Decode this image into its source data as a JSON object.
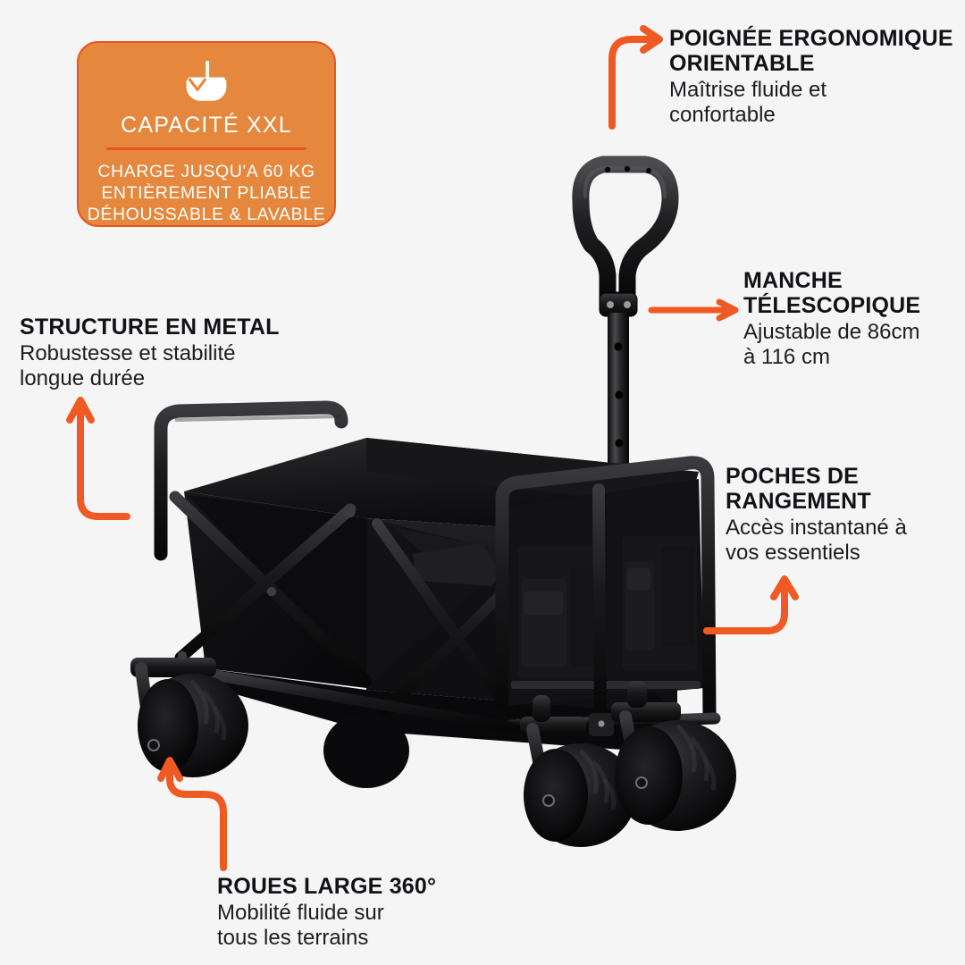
{
  "page": {
    "background_color": "#f5f5f5",
    "accent_color": "#ef5a24",
    "badge_fill_color": "#e5873c",
    "badge_border_color": "#e7561f",
    "text_color": "#111216",
    "product_color": "#111111"
  },
  "capacity_badge": {
    "icon": "wagon-cart-icon",
    "title": "CAPACITÉ XXL",
    "lines": "CHARGE JUSQU'A 60 KG\nENTIÈREMENT PLIABLE\nDÉHOUSSABLE & LAVABLE"
  },
  "callouts": [
    {
      "id": "handle",
      "title": "POIGNÉE ERGONOMIQUE\nORIENTABLE",
      "subtitle": "Maîtrise fluide et\nconfortable",
      "arrow": "arrow-curve-right-up"
    },
    {
      "id": "telescopic",
      "title": "MANCHE\nTÉLESCOPIQUE",
      "subtitle": "Ajustable de 86cm\nà 116 cm",
      "arrow": "arrow-straight-right"
    },
    {
      "id": "pockets",
      "title": "POCHES DE\nRANGEMENT",
      "subtitle": "Accès instantané à\nvos essentiels",
      "arrow": "arrow-curve-right-up"
    },
    {
      "id": "structure",
      "title": "STRUCTURE EN METAL",
      "subtitle": "Robustesse et stabilité\nlongue durée",
      "arrow": "arrow-curve-left-up"
    },
    {
      "id": "wheels",
      "title": "ROUES LARGE 360°",
      "subtitle": "Mobilité fluide sur\ntous les terrains",
      "arrow": "arrow-curve-down-left-up"
    }
  ],
  "product": {
    "name": "folding-utility-wagon",
    "parts": [
      "ergonomic-swivel-handle",
      "telescopic-pole",
      "metal-frame",
      "black-fabric-basket",
      "side-storage-pockets",
      "wide-360-wheels"
    ]
  }
}
